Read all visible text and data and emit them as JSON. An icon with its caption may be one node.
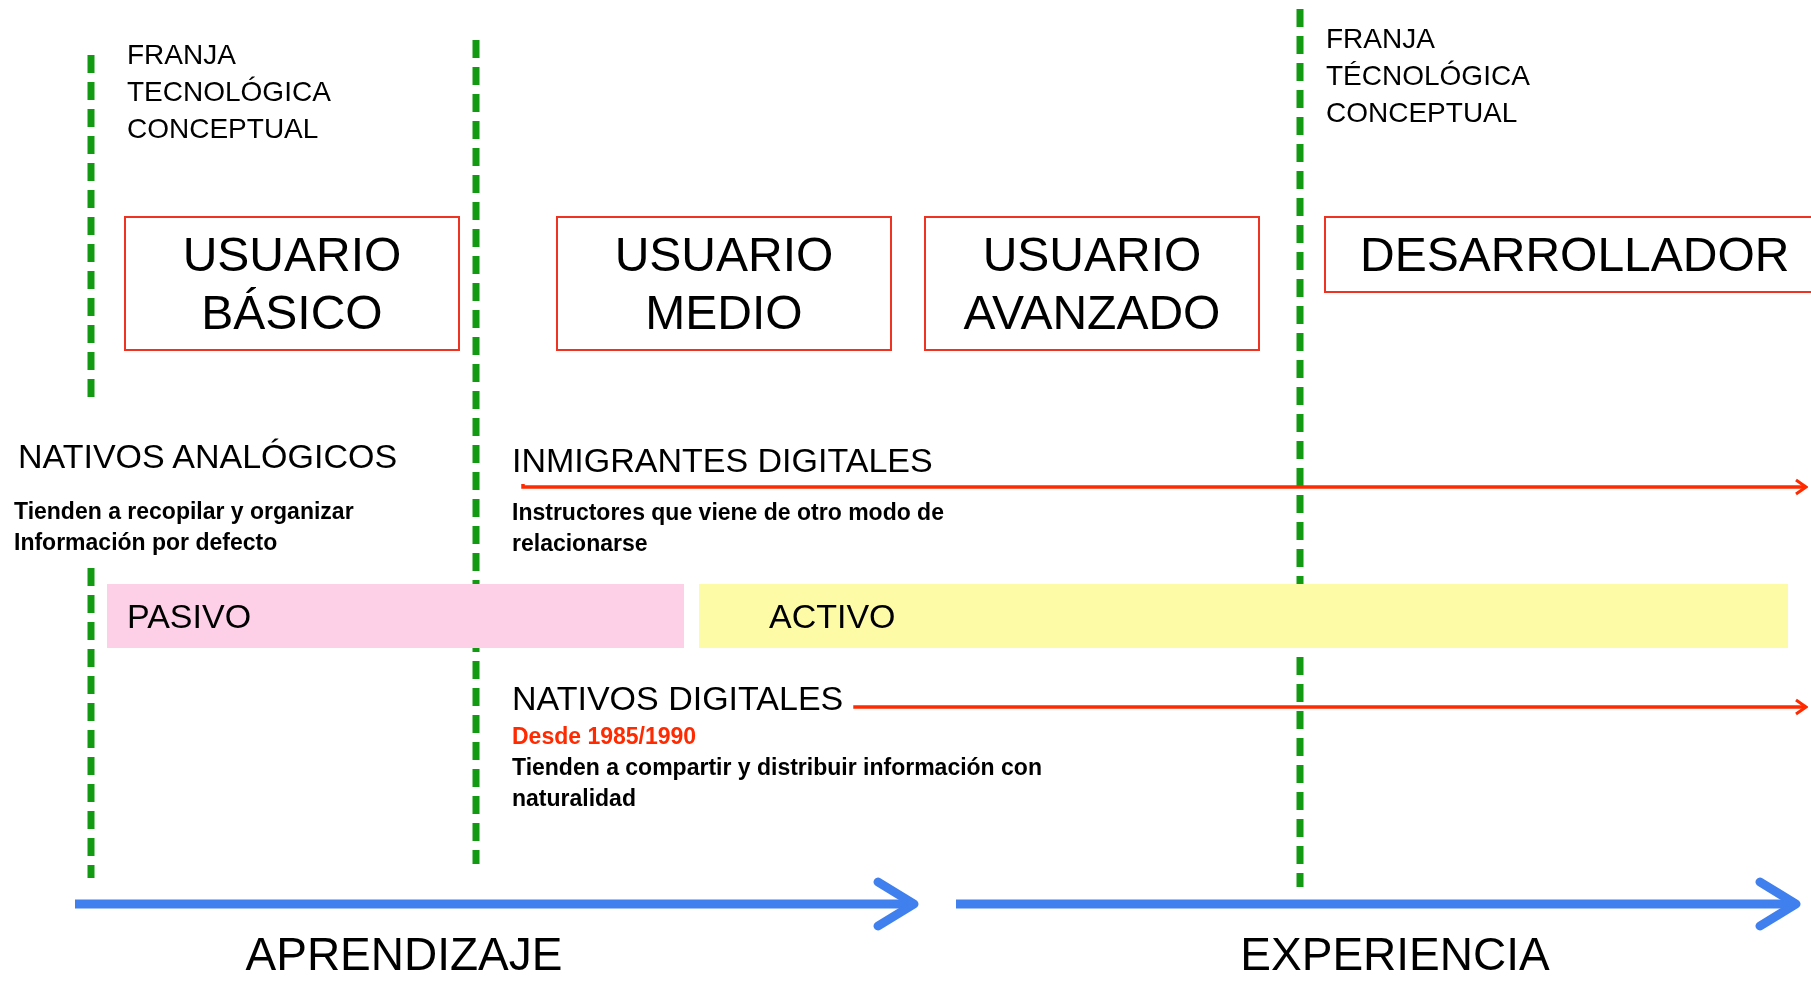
{
  "diagram": {
    "nodes": [
      {
        "text": [
          "USUARIO BÁSICO"
        ]
      },
      {
        "text": [
          "USUARIO MEDIO"
        ]
      },
      {
        "text": [
          "USUARIO AVANZADO"
        ]
      },
      {
        "text": [
          "DESARROLLADOR"
        ]
      },
      {
        "text": [
          "PASIVO"
        ]
      },
      {
        "text": [
          "ACTIVO"
        ]
      },
      {
        "text": [
          "INMIGRANTES DIGITALES"
        ],
        "beside": [
          "Instructores que viene de otro modo de relacionarse"
        ]
      },
      {
        "text": [
          "NATIVOS DIGITALES"
        ],
        "beside": [
          "Desde 1985/1990",
          "Tienden a compartir y distribuir información con naturalidad"
        ]
      }
    ],
    "edges": [
      {
        "from": 6,
        "to": null,
        "arrow": "to"
      },
      {
        "from": 7,
        "to": null,
        "arrow": "to"
      }
    ],
    "labels": [
      "FRANJA TECNOLÓGICA CONCEPTUAL",
      "FRANJA TÉCNOLÓGICA CONCEPTUAL",
      "NATIVOS ANALÓGICOS",
      "Tienden a recopilar y organizar Información por defecto",
      "APRENDIZAJE",
      "EXPERIENCIA"
    ]
  }
}
